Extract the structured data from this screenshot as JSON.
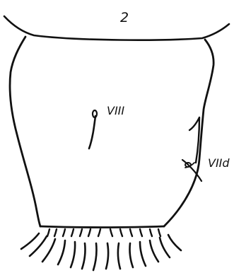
{
  "figure": {
    "number": "2",
    "labels": {
      "seta_viii": "VIII",
      "seta_viid": "VIId"
    },
    "ink_color": "#111111",
    "background_color": "#ffffff"
  }
}
